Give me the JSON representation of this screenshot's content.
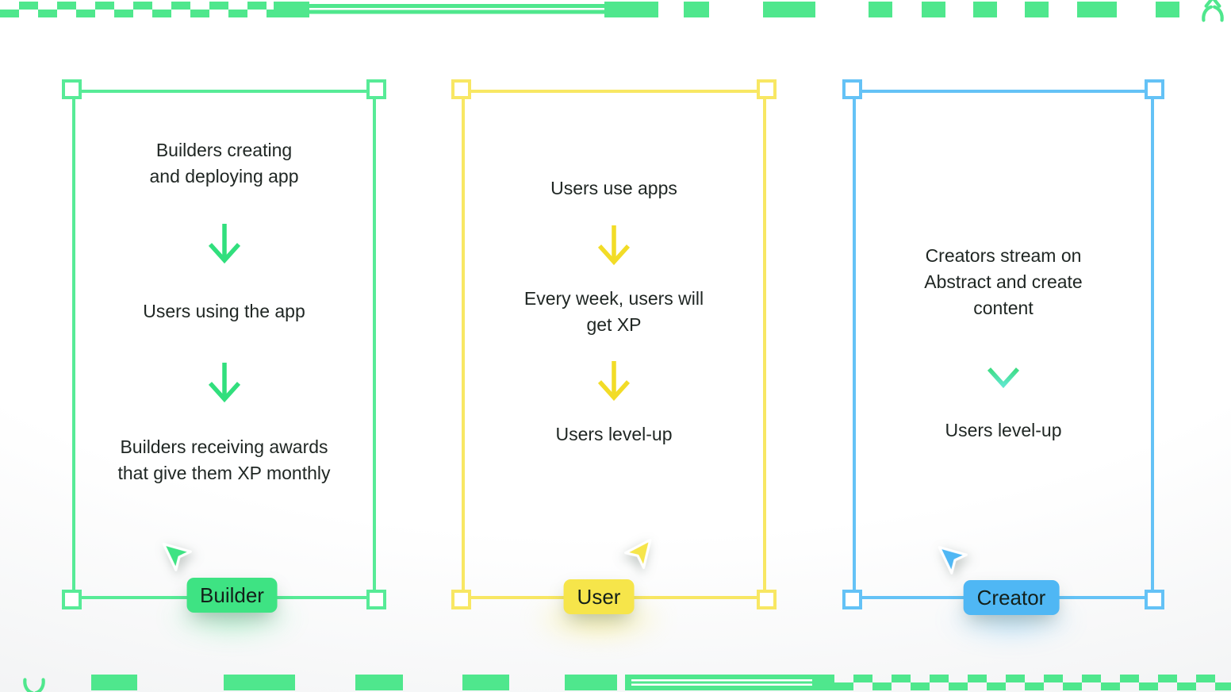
{
  "colors": {
    "decor_green": "#4FE78D",
    "text": "#1F2623",
    "background": "#F7F8F8"
  },
  "icons": {
    "top_right": "abstract-spark-icon",
    "bottom_left": "abstract-spark-icon"
  },
  "panels": [
    {
      "label": "Builder",
      "steps": [
        "Builders creating and deploying app",
        "Users using the app",
        "Builders receiving awards that give them XP monthly"
      ],
      "colors": {
        "frame": "#57EB97",
        "badge": "#3EE383",
        "arrow": "#31DF7D"
      }
    },
    {
      "label": "User",
      "steps": [
        "Users use apps",
        "Every week, users will get XP",
        "Users level-up"
      ],
      "colors": {
        "frame": "#F8E763",
        "badge": "#F6E54A",
        "arrow": "#F2DC27"
      }
    },
    {
      "label": "Creator",
      "steps": [
        "Creators stream on Abstract and create content",
        "Users level-up"
      ],
      "colors": {
        "frame": "#64C2F6",
        "badge": "#4FB7F4",
        "arrow_gradient": [
          "#3EDC83",
          "#5FE7CC"
        ]
      }
    }
  ]
}
